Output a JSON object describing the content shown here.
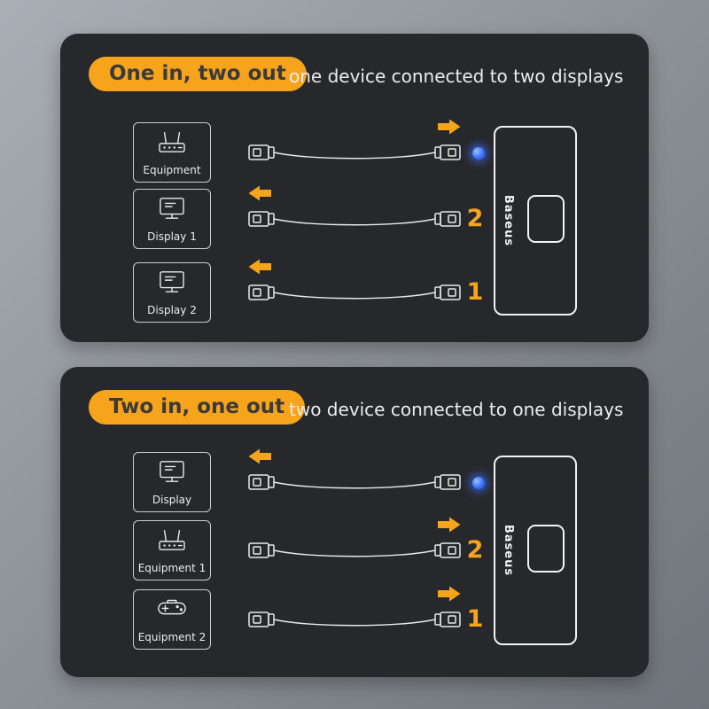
{
  "brand": "Baseus",
  "colors": {
    "accent_orange": "#F7A41D",
    "led_blue": "#2F6BFF",
    "panel_bg": "#27282B",
    "text_light": "#ECECEC"
  },
  "panels": [
    {
      "title": "One in, two out",
      "subtitle": "one device connected to two displays",
      "rows": [
        {
          "label": "Equipment",
          "icon": "router-icon",
          "arrow": "right",
          "indicator": "blue-led"
        },
        {
          "label": "Display 1",
          "icon": "monitor-icon",
          "arrow": "left",
          "port": "2"
        },
        {
          "label": "Display 2",
          "icon": "monitor-icon",
          "arrow": "left",
          "port": "1"
        }
      ]
    },
    {
      "title": "Two in, one out",
      "subtitle": "two device connected to one displays",
      "rows": [
        {
          "label": "Display",
          "icon": "monitor-icon",
          "arrow": "left",
          "indicator": "blue-led"
        },
        {
          "label": "Equipment 1",
          "icon": "router-icon",
          "arrow": "right",
          "port": "2"
        },
        {
          "label": "Equipment 2",
          "icon": "gamepad-icon",
          "arrow": "right",
          "port": "1"
        }
      ]
    }
  ]
}
